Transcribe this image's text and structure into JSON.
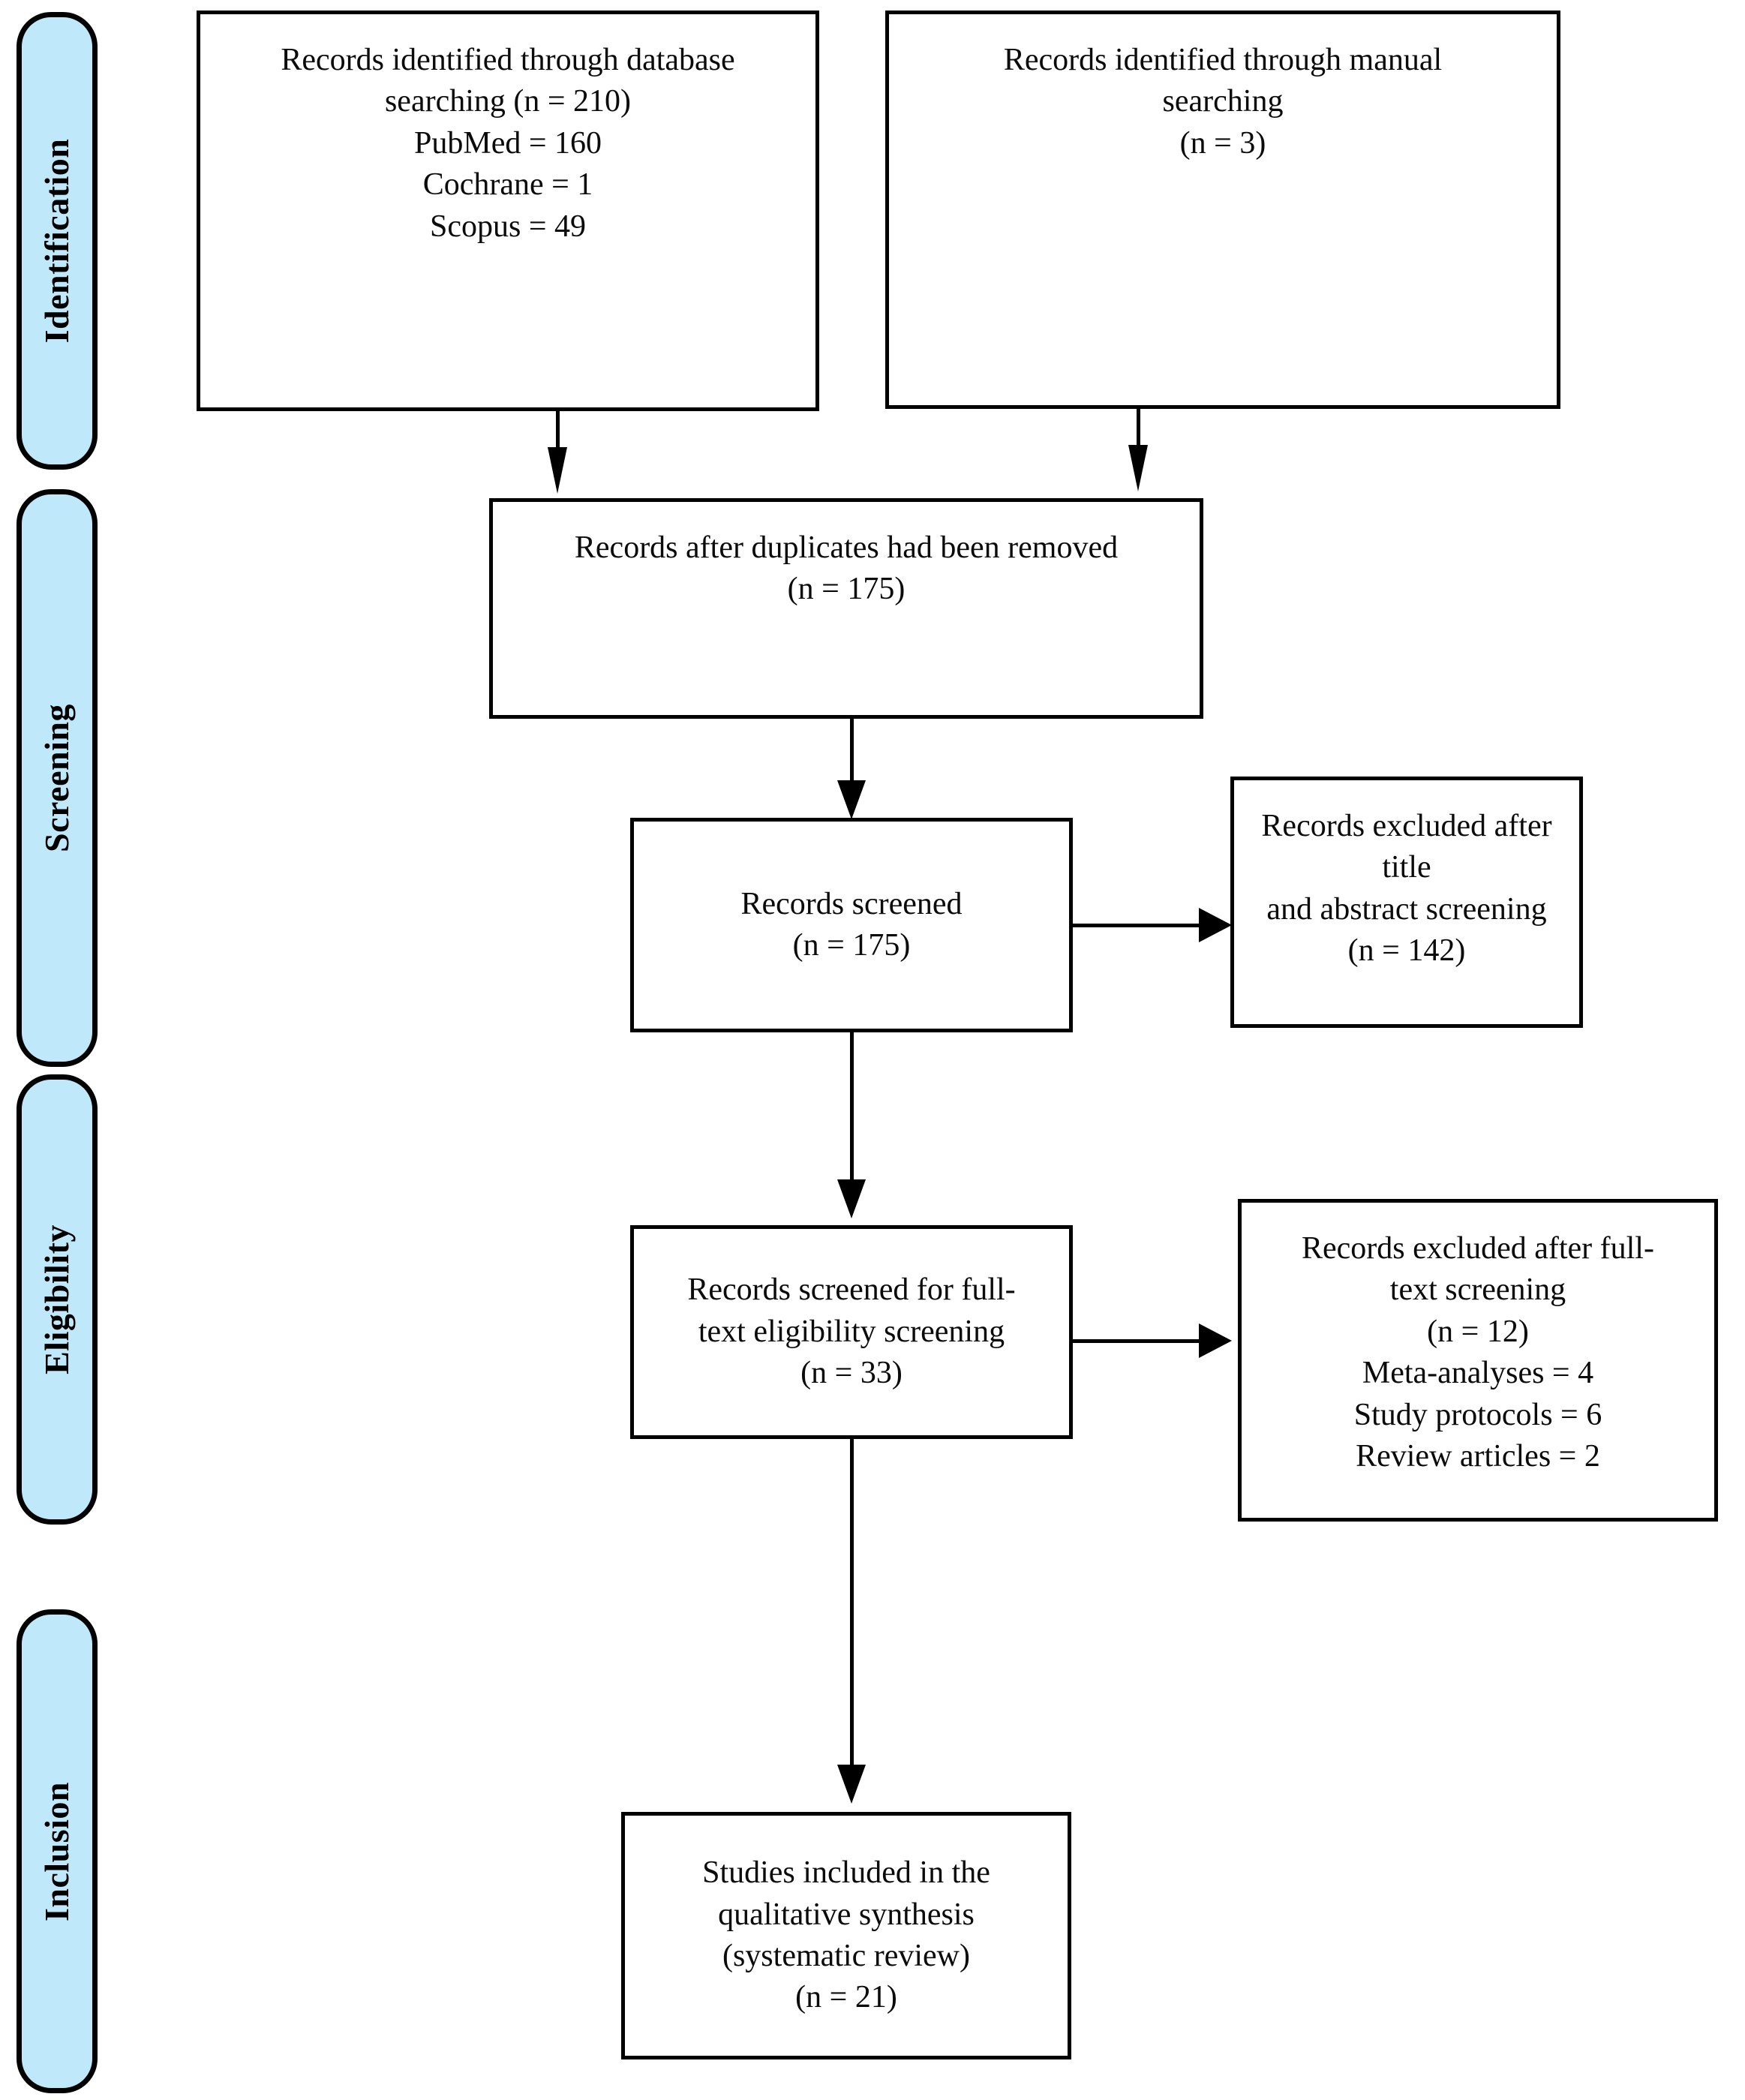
{
  "diagram": {
    "type": "prisma-flow-diagram",
    "title": "PRISMA flow diagram",
    "accent_color": "#bfe8fa",
    "line_color": "#000000",
    "background_color": "#ffffff"
  },
  "stages": [
    {
      "id": "identification",
      "label": "Identification"
    },
    {
      "id": "screening",
      "label": "Screening"
    },
    {
      "id": "eligibility",
      "label": "Eligibility"
    },
    {
      "id": "inclusion",
      "label": "Inclusion"
    }
  ],
  "boxes": {
    "database_search": {
      "text": "Records identified through database\nsearching (n = 210)\nPubMed = 160\nCochrane = 1\nScopus = 49",
      "n": 210,
      "sources": [
        {
          "name": "PubMed",
          "count": 160
        },
        {
          "name": "Cochrane",
          "count": 1
        },
        {
          "name": "Scopus",
          "count": 49
        }
      ]
    },
    "manual_search": {
      "text": "Records identified through manual\nsearching\n(n = 3)",
      "n": 3
    },
    "duplicates_removed": {
      "text": "Records after duplicates had been removed\n(n = 175)",
      "n": 175
    },
    "records_screened": {
      "text": "Records screened\n(n = 175)",
      "n": 175
    },
    "excluded_title_abstract": {
      "text": "Records excluded after title\nand abstract screening\n(n = 142)",
      "n": 142
    },
    "fulltext_eligibility": {
      "text": "Records screened for full-\ntext eligibility screening\n(n = 33)",
      "n": 33
    },
    "excluded_fulltext": {
      "text": "Records excluded after full-\ntext screening\n(n = 12)\nMeta-analyses = 4\nStudy protocols = 6\nReview articles = 2",
      "n": 12,
      "reasons": [
        {
          "name": "Meta-analyses",
          "count": 4
        },
        {
          "name": "Study protocols",
          "count": 6
        },
        {
          "name": "Review articles",
          "count": 2
        }
      ]
    },
    "studies_included": {
      "text": "Studies included in the\nqualitative synthesis\n(systematic review)\n(n = 21)",
      "n": 21
    }
  }
}
